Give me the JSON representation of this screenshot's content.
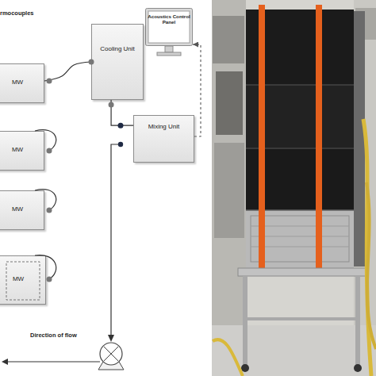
{
  "diagram": {
    "nodes": [
      {
        "text": [
          "Acoustics Control Panel"
        ]
      },
      {
        "text": [
          "Cooling Unit"
        ]
      },
      {
        "text": [
          "MW"
        ]
      },
      {
        "text": [
          "Mixing Unit"
        ]
      },
      {
        "text": [
          "MW"
        ]
      },
      {
        "text": [
          "MW"
        ]
      },
      {
        "text": [
          "MW"
        ]
      }
    ],
    "edges": [
      {
        "from": 2,
        "to": 1,
        "arrow": "none"
      },
      {
        "from": 1,
        "to": 3,
        "arrow": "none"
      },
      {
        "from": 3,
        "to": 0,
        "arrow": "to"
      }
    ],
    "labels": [
      "rmocouples",
      "Direction of flow"
    ]
  }
}
